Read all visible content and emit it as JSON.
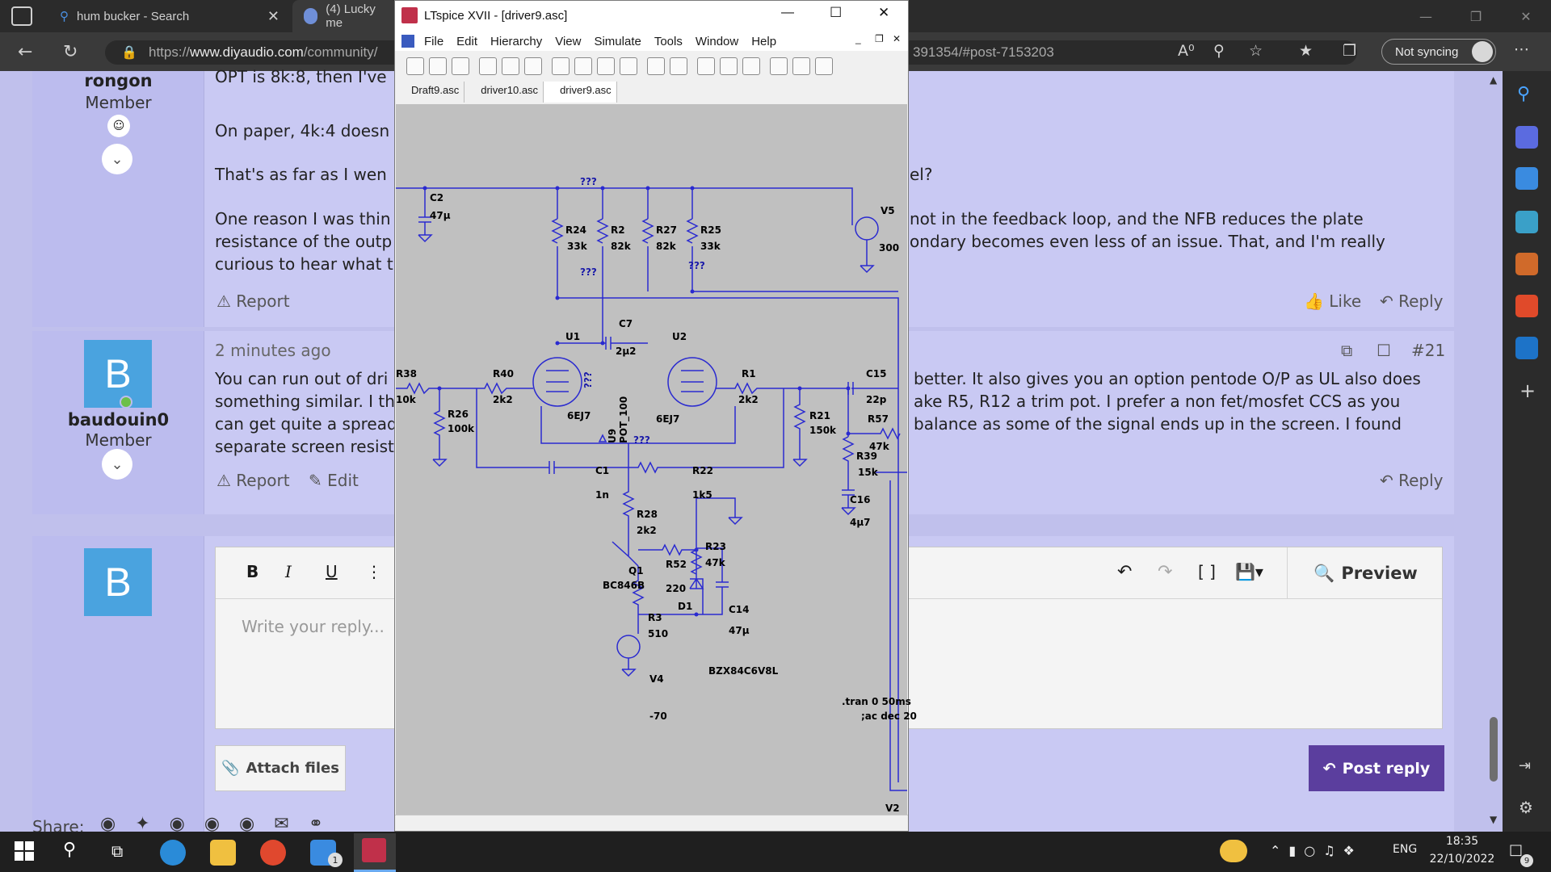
{
  "browser": {
    "tabs": [
      {
        "title": "hum bucker - Search"
      },
      {
        "title": "(4) Lucky me"
      }
    ],
    "url_scheme": "https://",
    "url_host": "www.diyaudio.com",
    "url_path": "/community/",
    "url_tail": "391354/#post-7153203",
    "not_syncing": "Not syncing"
  },
  "page": {
    "post1": {
      "username": "rongon",
      "role": "Member",
      "lines": [
        "OPT is 8k:8, then I've",
        "On paper, 4k:4 doesn",
        "That's as far as I wen",
        "el?",
        "One reason I was thin",
        "not in the feedback loop, and the NFB reduces the plate",
        "resistance of the outp",
        "ondary becomes even less of an issue. That, and I'm really",
        "curious to hear what t"
      ],
      "report": "Report",
      "like": "Like",
      "reply": "Reply"
    },
    "post2": {
      "avatar_letter": "B",
      "username": "baudouin0",
      "role": "Member",
      "time": "2 minutes ago",
      "number": "#21",
      "lines": [
        "You can run out of dri",
        "better. It also gives you an option pentode O/P as UL also does",
        "something similar. I th",
        "ake R5, R12 a trim pot. I prefer a non fet/mosfet CCS as you",
        "can get quite a spread",
        "balance as some of the signal ends up in the screen. I found",
        "separate screen resist"
      ],
      "report": "Report",
      "edit": "Edit",
      "reply": "Reply"
    },
    "editor": {
      "avatar_letter": "B",
      "placeholder": "Write your reply...",
      "preview": "Preview",
      "attach": "Attach files",
      "post_reply": "Post reply"
    },
    "share_label": "Share:"
  },
  "ltspice": {
    "title": "LTspice XVII - [driver9.asc]",
    "menu": [
      "File",
      "Edit",
      "Hierarchy",
      "View",
      "Simulate",
      "Tools",
      "Window",
      "Help"
    ],
    "tabs": [
      "Draft9.asc",
      "driver10.asc",
      "driver9.asc"
    ],
    "active_tab": "driver9.asc",
    "components": {
      "C2": "C2",
      "C2v": "47µ",
      "R24": "R24",
      "R24v": "33k",
      "R2": "R2",
      "R2v": "82k",
      "R27": "R27",
      "R27v": "82k",
      "R25": "R25",
      "R25v": "33k",
      "V5": "V5",
      "V5v": "300",
      "U1": "U1",
      "U2": "U2",
      "C7": "C7",
      "C7v": "2µ2",
      "R38": "R38",
      "R38v": "10k",
      "R40": "R40",
      "R40v": "2k2",
      "R26": "R26",
      "R26v": "100k",
      "T1": "6EJ7",
      "T2": "6EJ7",
      "U9": "U9",
      "POT": "POT_100",
      "R1": "R1",
      "R1v": "2k2",
      "C15": "C15",
      "C15v": "22p",
      "R21": "R21",
      "R21v": "150k",
      "R57": "R57",
      "R57v": "47k",
      "R39": "R39",
      "R39v": "15k",
      "C16": "C16",
      "C16v": "4µ7",
      "C1": "C1",
      "C1v": "1n",
      "R22": "R22",
      "R22v": "1k5",
      "R28": "R28",
      "R28v": "2k2",
      "R23": "R23",
      "R23v": "47k",
      "Q1": "Q1",
      "Q1v": "BC846B",
      "R52": "R52",
      "R52v": "220",
      "D1": "D1",
      "D1v": "BZX84C6V8L",
      "C14": "C14",
      "C14v": "47µ",
      "R3": "R3",
      "R3v": "510",
      "V4": "V4",
      "V4v": "-70",
      "V2": "V2",
      "tran": ".tran 0 50ms",
      "ac": ";ac dec 20",
      "unk": "???"
    }
  },
  "taskbar": {
    "lang": "ENG",
    "time": "18:35",
    "date": "22/10/2022",
    "notif": "9"
  }
}
